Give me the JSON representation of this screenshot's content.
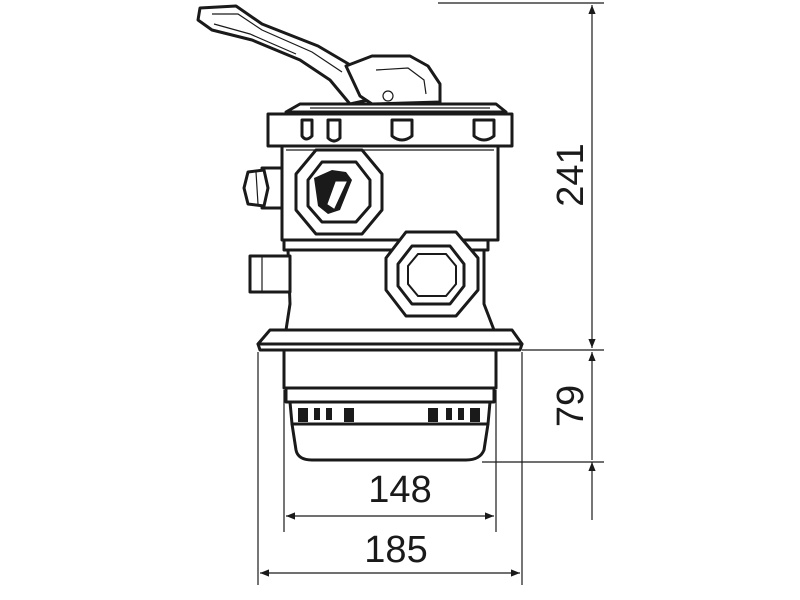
{
  "diagram": {
    "dimensions": {
      "total_height": "241",
      "lower_height": "79",
      "inner_width": "148",
      "outer_width": "185"
    }
  }
}
